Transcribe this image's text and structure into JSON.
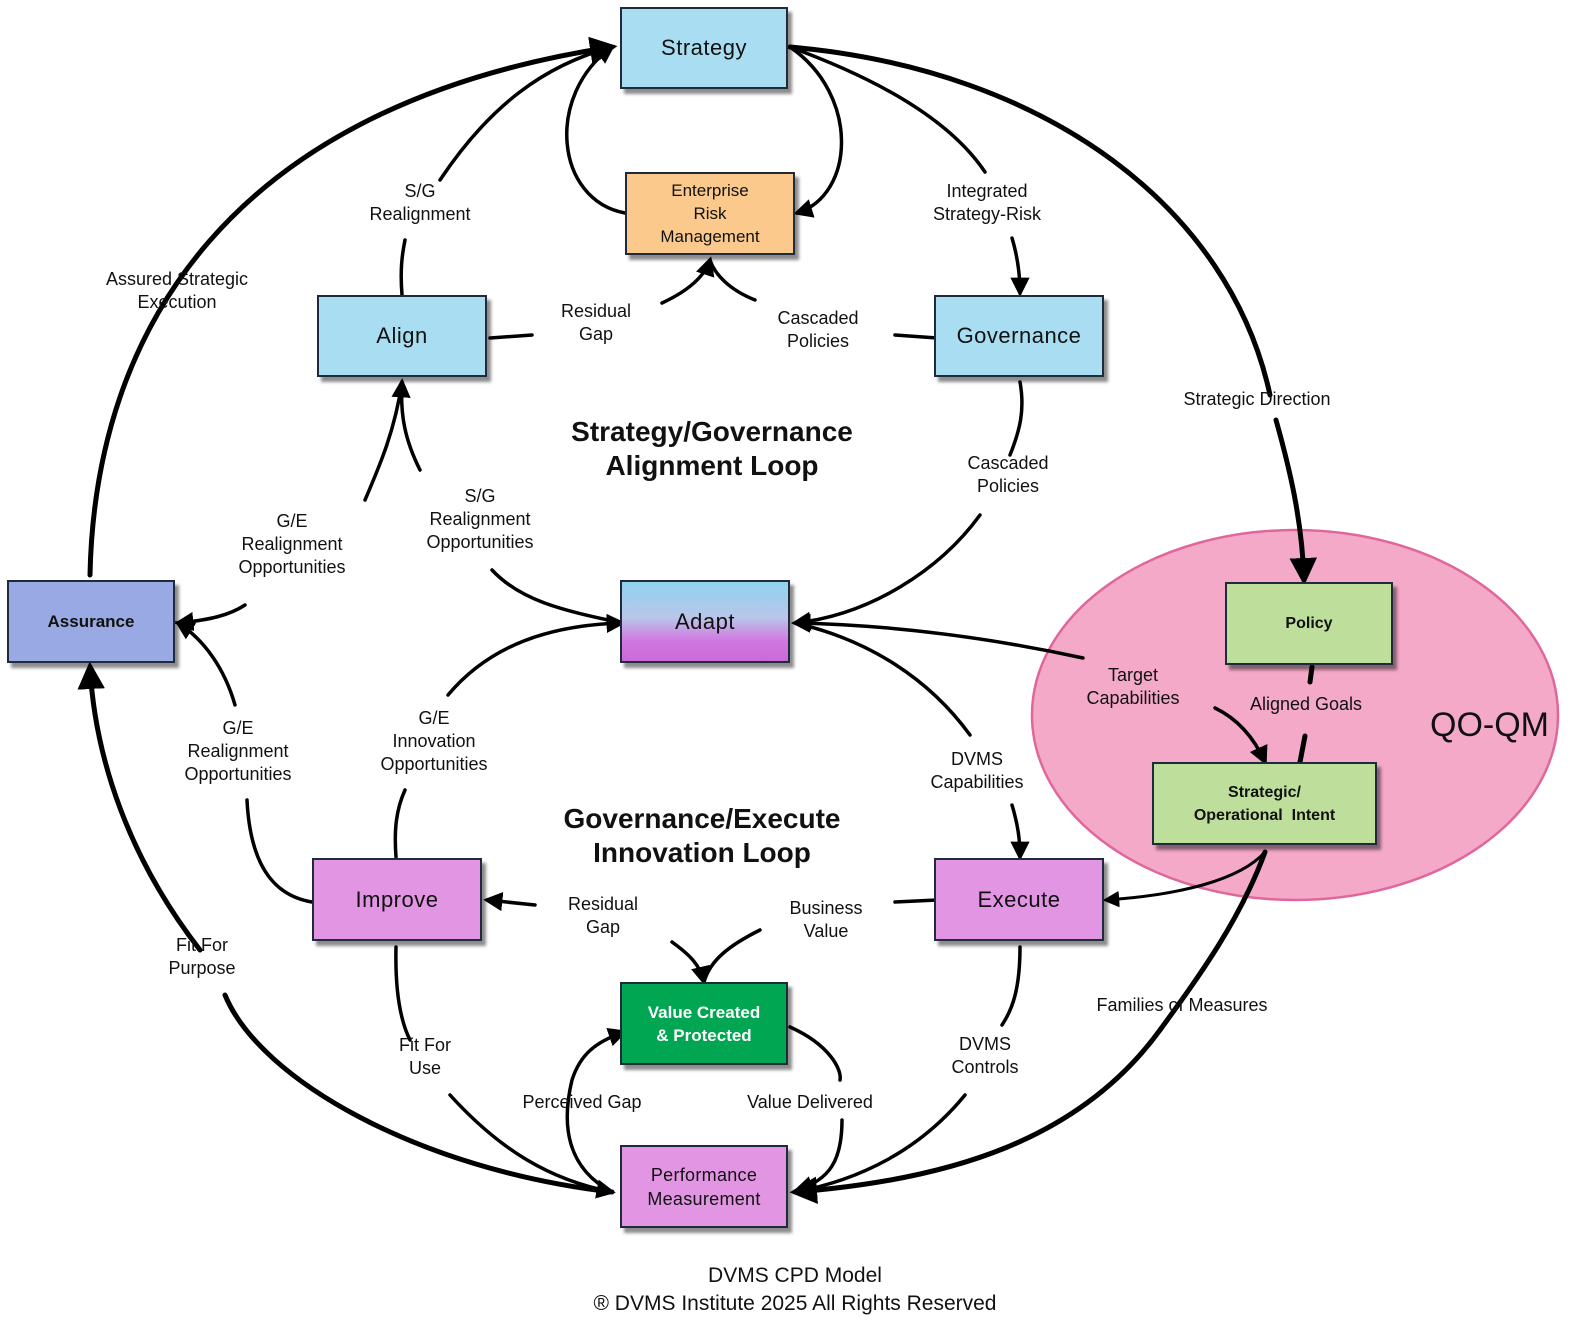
{
  "nodes": {
    "strategy": "Strategy",
    "erm": [
      "Enterprise",
      "Risk",
      "Management"
    ],
    "align": "Align",
    "governance": "Governance",
    "adapt": "Adapt",
    "assurance": "Assurance",
    "policy": "Policy",
    "strategic_intent": [
      "Strategic/",
      "Operational  Intent"
    ],
    "improve": "Improve",
    "execute": "Execute",
    "value": [
      "Value Created",
      "& Protected"
    ],
    "performance": [
      "Performance",
      "Measurement"
    ]
  },
  "ellipse_label": "QO-QM",
  "loops": {
    "sg": [
      "Strategy/Governance",
      "Alignment Loop"
    ],
    "ge": [
      "Governance/Execute",
      "Innovation Loop"
    ]
  },
  "labels": {
    "sg_realignment": [
      "S/G",
      "Realignment"
    ],
    "integrated": [
      "Integrated",
      "Strategy-Risk"
    ],
    "assured": [
      "Assured Strategic",
      "Execution"
    ],
    "residual_gap_top": [
      "Residual",
      "Gap"
    ],
    "cascaded_top": [
      "Cascaded",
      "Policies"
    ],
    "strategic_direction": "Strategic Direction",
    "cascaded_mid": [
      "Cascaded",
      "Policies"
    ],
    "ge_realign_upper": [
      "G/E",
      "Realignment",
      "Opportunities"
    ],
    "sg_opps": [
      "S/G",
      "Realignment",
      "Opportunities"
    ],
    "target_caps": [
      "Target",
      "Capabilities"
    ],
    "aligned_goals": "Aligned Goals",
    "ge_realign_lower": [
      "G/E",
      "Realignment",
      "Opportunities"
    ],
    "ge_innov": [
      "G/E",
      "Innovation",
      "Opportunities"
    ],
    "dvms_caps": [
      "DVMS",
      "Capabilities"
    ],
    "residual_gap_bottom": [
      "Residual",
      "Gap"
    ],
    "business_value": [
      "Business",
      "Value"
    ],
    "fit_purpose": [
      "Fit For",
      "Purpose"
    ],
    "fit_use": [
      "Fit For",
      "Use"
    ],
    "families": "Families of Measures",
    "dvms_controls": [
      "DVMS",
      "Controls"
    ],
    "perceived_gap": "Perceived Gap",
    "value_delivered": "Value Delivered"
  },
  "footer": {
    "line1": "DVMS CPD Model",
    "line2": "® DVMS Institute 2025 All Rights Reserved"
  },
  "colors": {
    "blue_box": "#a9def2",
    "purple_box": "#e295e2",
    "orange_box": "#fbc98c",
    "assurance_box": "#98a9e4",
    "green_light": "#bedf9c",
    "green_dark": "#00a651",
    "ellipse_fill": "#f5a9c9",
    "ellipse_stroke": "#e0679c"
  }
}
